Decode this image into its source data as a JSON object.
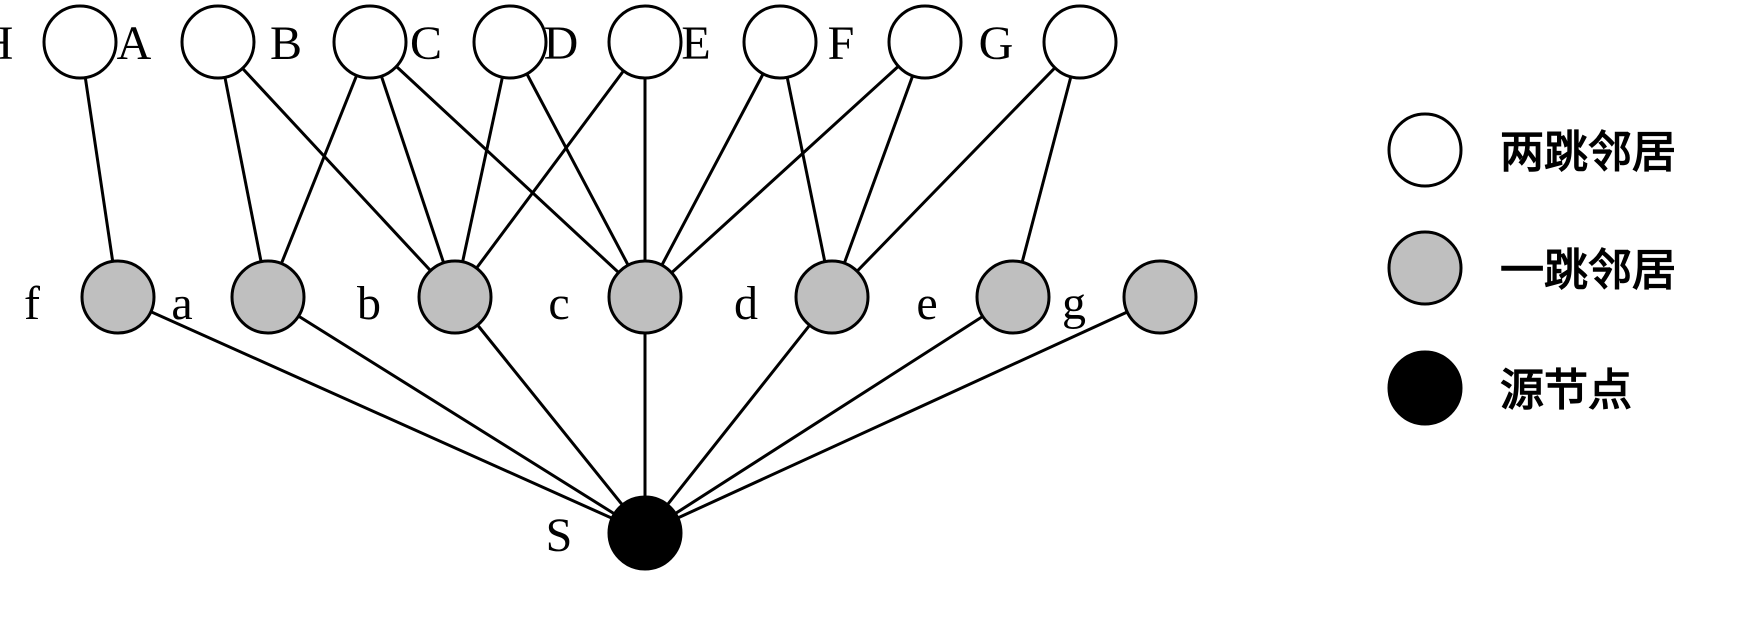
{
  "colors": {
    "two_hop": "#ffffff",
    "one_hop": "#bfbfbf",
    "source": "#000000",
    "stroke": "#000000"
  },
  "nodes": {
    "two_hop": [
      "H",
      "A",
      "B",
      "C",
      "D",
      "E",
      "F",
      "G"
    ],
    "one_hop": [
      "f",
      "a",
      "b",
      "c",
      "d",
      "e",
      "g"
    ],
    "source": "S"
  },
  "edges": [
    [
      "H",
      "f"
    ],
    [
      "A",
      "a"
    ],
    [
      "A",
      "b"
    ],
    [
      "B",
      "a"
    ],
    [
      "B",
      "b"
    ],
    [
      "B",
      "c"
    ],
    [
      "C",
      "b"
    ],
    [
      "C",
      "c"
    ],
    [
      "D",
      "b"
    ],
    [
      "D",
      "c"
    ],
    [
      "E",
      "c"
    ],
    [
      "E",
      "d"
    ],
    [
      "F",
      "c"
    ],
    [
      "F",
      "d"
    ],
    [
      "G",
      "d"
    ],
    [
      "G",
      "e"
    ],
    [
      "f",
      "S"
    ],
    [
      "a",
      "S"
    ],
    [
      "b",
      "S"
    ],
    [
      "c",
      "S"
    ],
    [
      "d",
      "S"
    ],
    [
      "e",
      "S"
    ],
    [
      "g",
      "S"
    ]
  ],
  "legend": {
    "two_hop_label": "两跳邻居",
    "one_hop_label": "一跳邻居",
    "source_label": "源节点"
  }
}
